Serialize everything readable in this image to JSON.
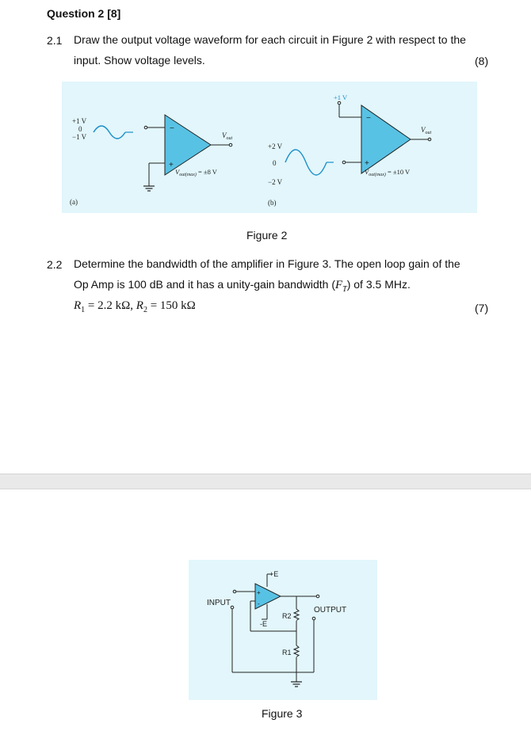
{
  "question": {
    "title": "Question 2 [8]"
  },
  "q21": {
    "number": "2.1",
    "line1": "Draw the output voltage waveform for each circuit in Figure 2 with respect to the",
    "line2": "input. Show voltage levels.",
    "marks": "(8)"
  },
  "figure2": {
    "caption": "Figure 2",
    "bg_color": "#e2f6fb",
    "a": {
      "label": "(a)",
      "in_pos": "+1 V",
      "in_zero": "0",
      "in_neg": "−1 V",
      "minus": "−",
      "plus": "+",
      "vout": "V",
      "vout_sub": "out",
      "vsat": "V",
      "vsat_sub": "out(max)",
      "vsat_value": " = ±8 V"
    },
    "b": {
      "label": "(b)",
      "ref_voltage": "+1 V",
      "in_pos": "+2 V",
      "in_zero": "0",
      "in_neg": "−2 V",
      "minus": "−",
      "plus": "+",
      "vout": "V",
      "vout_sub": "out",
      "vsat": "V",
      "vsat_sub": "out(max)",
      "vsat_value": " = ±10 V"
    }
  },
  "q22": {
    "number": "2.2",
    "line1": "Determine the bandwidth of the amplifier in Figure 3. The open loop gain of the",
    "line2_pre": "Op Amp is 100 dB and it has a unity-gain bandwidth (",
    "ft_sym": "F",
    "ft_sub": "T",
    "line2_post": ") of 3.5 MHz.",
    "r1_sym": "R",
    "r1_sub": "1",
    "r1_val": " = 2.2 kΩ, ",
    "r2_sym": "R",
    "r2_sub": "2",
    "r2_val": " = 150 kΩ",
    "marks": "(7)"
  },
  "figure3": {
    "caption": "Figure 3",
    "bg_color": "#e2f6fb",
    "input_label": "INPUT",
    "output_label": "OUTPUT",
    "pos_supply": "+E",
    "neg_supply": "-E",
    "r2_label": "R2",
    "r1_label": "R1",
    "plus": "+",
    "minus": "-"
  }
}
